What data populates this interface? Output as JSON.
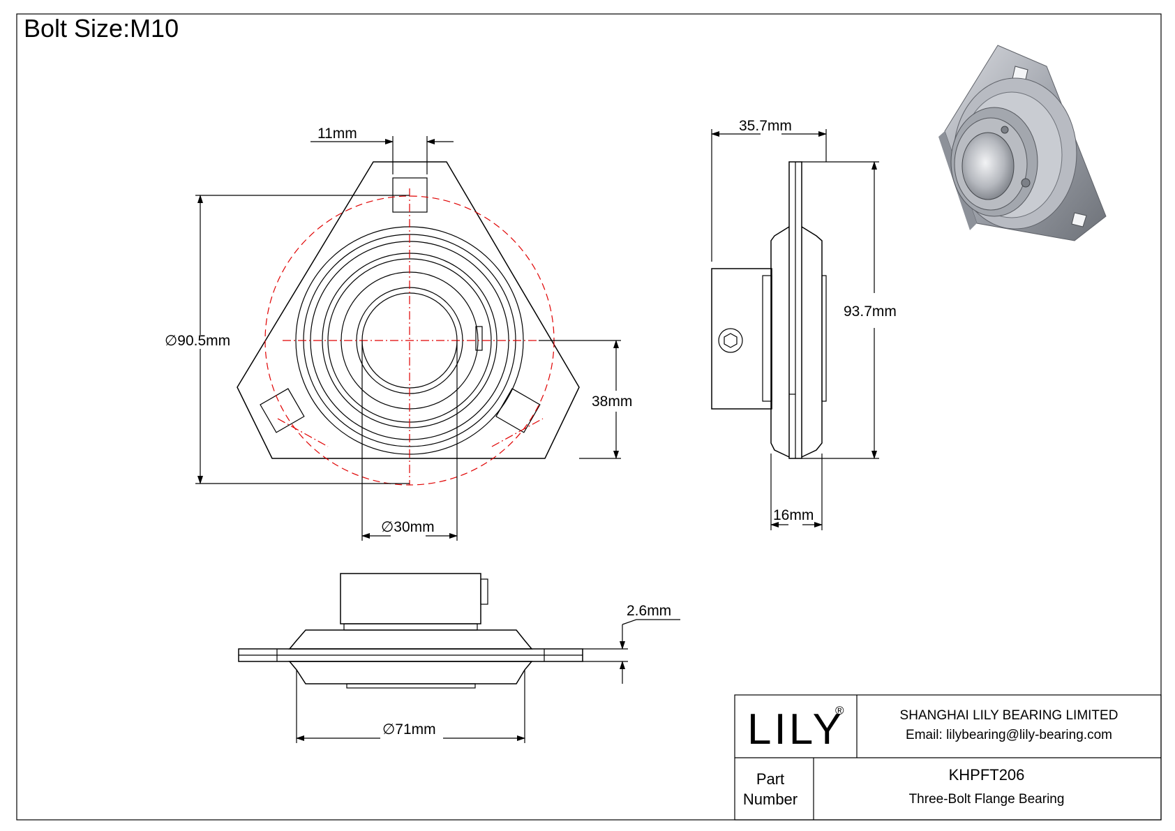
{
  "header": {
    "bolt_size": "Bolt Size:M10"
  },
  "dimensions": {
    "bolt_hole_width": "11mm",
    "bolt_circle_diameter": "90.5mm",
    "center_height": "38mm",
    "bore_diameter": "30mm",
    "overall_width": "35.7mm",
    "overall_height": "93.7mm",
    "flange_width": "16mm",
    "flange_thickness": "2.6mm",
    "pilot_diameter": "71mm",
    "diameter_symbol": "∅"
  },
  "title_block": {
    "logo": "LILY",
    "registered_mark": "®",
    "company": "SHANGHAI LILY BEARING LIMITED",
    "email": "Email: lilybearing@lily-bearing.com",
    "part_label_line1": "Part",
    "part_label_line2": "Number",
    "part_number": "KHPFT206",
    "description": "Three-Bolt Flange Bearing"
  },
  "colors": {
    "line": "#000000",
    "center_line": "#e00000",
    "render_body": "#a9acb3"
  }
}
